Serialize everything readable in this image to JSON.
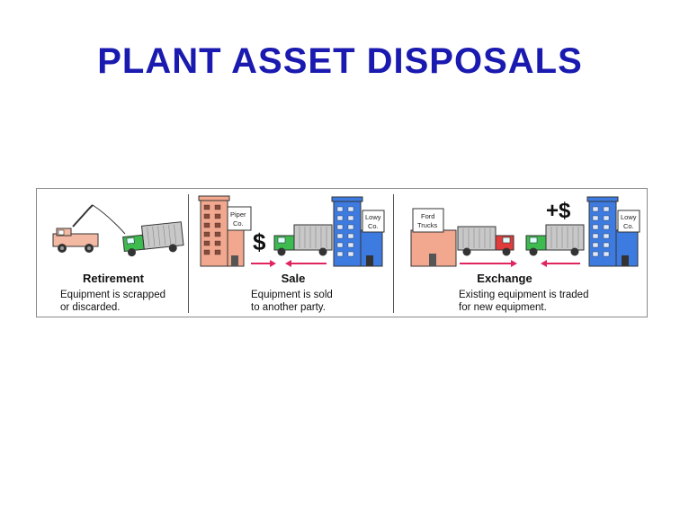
{
  "title": "PLANT ASSET DISPOSALS",
  "panels": [
    {
      "heading": "Retirement",
      "desc_line1": "Equipment is scrapped",
      "desc_line2": "or discarded."
    },
    {
      "heading": "Sale",
      "desc_line1": "Equipment is sold",
      "desc_line2": "to another party.",
      "sign_left": [
        "Piper",
        "Co."
      ],
      "sign_right": [
        "Lowy",
        "Co."
      ],
      "symbol": "$"
    },
    {
      "heading": "Exchange",
      "desc_line1": "Existing equipment is traded",
      "desc_line2": "for new equipment.",
      "sign_left": [
        "Ford",
        "Trucks"
      ],
      "sign_right": [
        "Lowy",
        "Co."
      ],
      "symbol": "+$"
    }
  ],
  "colors": {
    "title": "#1a1ab0",
    "building_pink": "#f2a88f",
    "building_blue": "#3d7be0",
    "truck_green": "#3dbb4f",
    "truck_red": "#e23b3b",
    "arrow": "#e0245e",
    "tow_truck": "#f4b9a2"
  }
}
